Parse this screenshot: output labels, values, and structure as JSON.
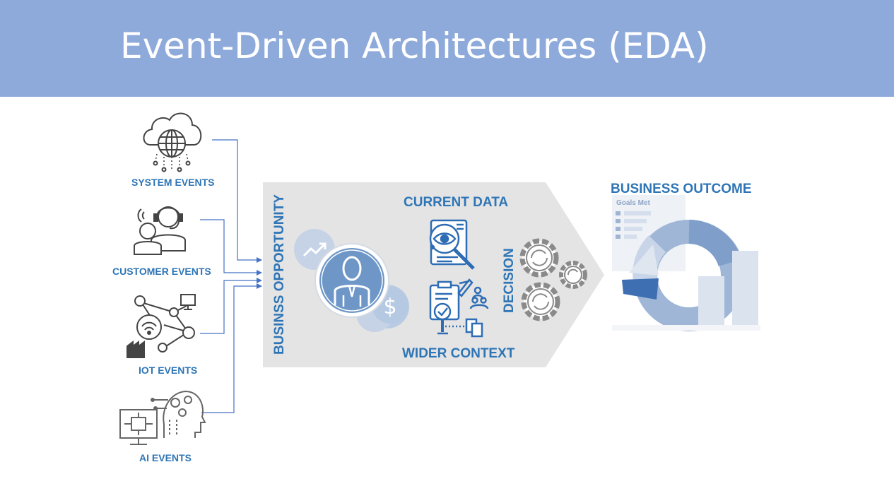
{
  "title": "Event-Driven Architectures (EDA)",
  "sources": {
    "system": "SYSTEM EVENTS",
    "customer": "CUSTOMER EVENTS",
    "iot": "IOT EVENTS",
    "ai": "AI  EVENTS"
  },
  "process": {
    "opportunity": "BUSINSS OPPORTUNITY",
    "current_data": "CURRENT DATA",
    "wider_context": "WIDER CONTEXT",
    "decision": "DECISION"
  },
  "outcome": {
    "label": "BUSINESS OUTCOME",
    "card_title": "Goals Met"
  },
  "colors": {
    "header": "#8eaadb",
    "label": "#2e75b6",
    "connector": "#4472c4",
    "band": "#e3e3e3"
  }
}
